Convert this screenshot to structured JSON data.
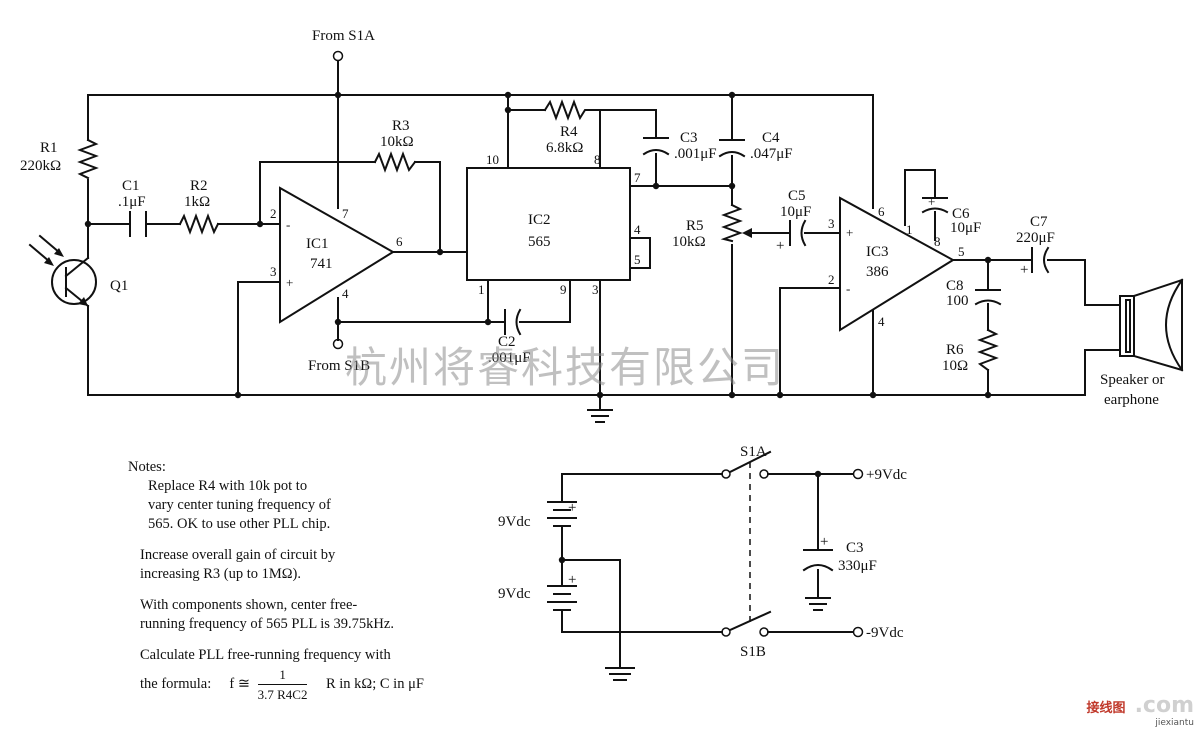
{
  "diagram": {
    "labels": {
      "from_s1a": "From S1A",
      "from_s1b": "From S1B",
      "r1": "R1",
      "r1_val": "220kΩ",
      "c1": "C1",
      "c1_val": ".1μF",
      "r2": "R2",
      "r2_val": "1kΩ",
      "q1": "Q1",
      "r3": "R3",
      "r3_val": "10kΩ",
      "ic1": "IC1",
      "ic1_part": "741",
      "ic2": "IC2",
      "ic2_part": "565",
      "r4": "R4",
      "r4_val": "6.8kΩ",
      "c2": "C2",
      "c2_val": ".001μF",
      "c3": "C3",
      "c3_val": ".001μF",
      "c4": "C4",
      "c4_val": ".047μF",
      "r5": "R5",
      "r5_val": "10kΩ",
      "c5": "C5",
      "c5_val": "10μF",
      "ic3": "IC3",
      "ic3_part": "386",
      "c6": "C6",
      "c6_val": "10μF",
      "c7": "C7",
      "c7_val": "220μF",
      "c8": "C8",
      "c8_val": "100",
      "r6": "R6",
      "r6_val": "10Ω",
      "speaker_l1": "Speaker or",
      "speaker_l2": "earphone",
      "s1a": "S1A",
      "s1b": "S1B",
      "bat1": "9Vdc",
      "bat2": "9Vdc",
      "pos9": "+9Vdc",
      "neg9": "-9Vdc",
      "c3b": "C3",
      "c3b_val": "330μF",
      "plus": "+",
      "minus": "-"
    },
    "pins": {
      "ic1_2": "2",
      "ic1_3": "3",
      "ic1_4": "4",
      "ic1_6": "6",
      "ic1_7": "7",
      "ic2_10": "10",
      "ic2_8": "8",
      "ic2_7": "7",
      "ic2_4": "4",
      "ic2_5": "5",
      "ic2_1": "1",
      "ic2_9": "9",
      "ic2_3": "3",
      "ic3_3": "3",
      "ic3_2": "2",
      "ic3_6": "6",
      "ic3_1": "1",
      "ic3_8": "8",
      "ic3_5": "5",
      "ic3_4": "4"
    }
  },
  "notes": {
    "heading": "Notes:",
    "n1_l1": "Replace R4 with 10k pot to",
    "n1_l2": "vary center tuning frequency of",
    "n1_l3": "565.  OK to use other PLL chip.",
    "n2_l1": "Increase overall gain of circuit by",
    "n2_l2": "increasing R3 (up to 1MΩ).",
    "n3_l1": "With components shown, center free-",
    "n3_l2": "running frequency of 565 PLL is 39.75kHz.",
    "n4_l1": "Calculate PLL free-running frequency with",
    "n4_l2_prefix": "the formula:",
    "f_eq": "f ≅",
    "frac_num": "1",
    "frac_den": "3.7  R4C2",
    "units": "R in kΩ; C in μF"
  },
  "watermark": "杭州将睿科技有限公司",
  "site_logo": {
    "cn": "接线图",
    "en": "jiexiantu",
    "com": ".com"
  }
}
